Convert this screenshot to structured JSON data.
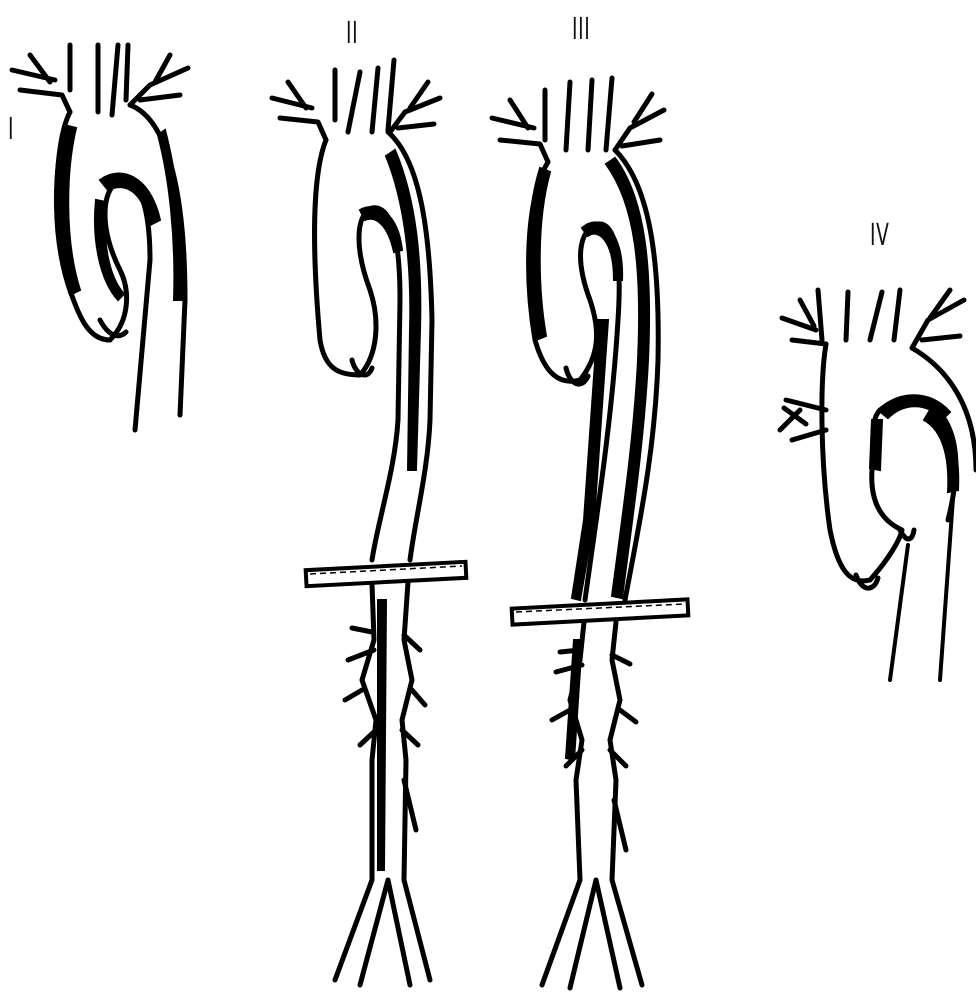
{
  "diagram": {
    "panels": [
      {
        "id": "I",
        "label": "I"
      },
      {
        "id": "II",
        "label": "II"
      },
      {
        "id": "III",
        "label": "III"
      },
      {
        "id": "IV",
        "label": "IV"
      }
    ]
  }
}
